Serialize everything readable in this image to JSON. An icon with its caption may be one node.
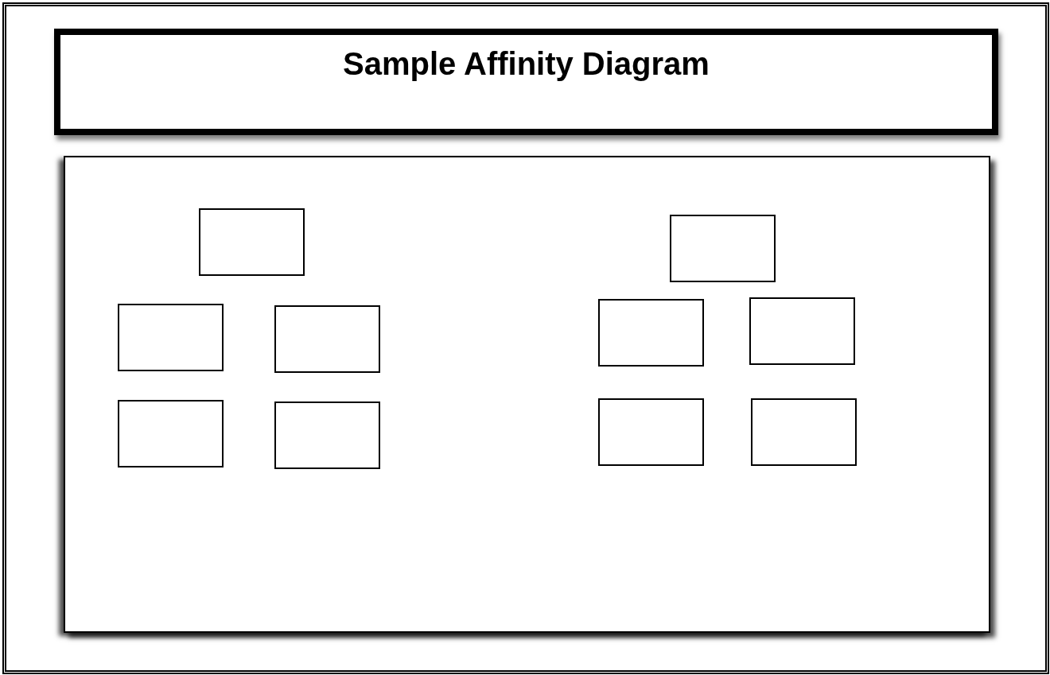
{
  "diagram": {
    "title": "Sample Affinity Diagram",
    "nodes": [
      {
        "text": [],
        "shape": "box"
      },
      {
        "text": [],
        "shape": "box",
        "in": 0
      },
      {
        "text": [],
        "shape": "box",
        "in": 0
      },
      {
        "text": [],
        "shape": "box",
        "in": 0
      },
      {
        "text": [],
        "shape": "box",
        "in": 0
      },
      {
        "text": [],
        "shape": "box",
        "in": 0
      },
      {
        "text": [],
        "shape": "box",
        "in": 0
      },
      {
        "text": [],
        "shape": "box",
        "in": 0
      },
      {
        "text": [],
        "shape": "box",
        "in": 0
      },
      {
        "text": [],
        "shape": "box",
        "in": 0
      },
      {
        "text": [],
        "shape": "box",
        "in": 0
      }
    ],
    "edges": []
  }
}
